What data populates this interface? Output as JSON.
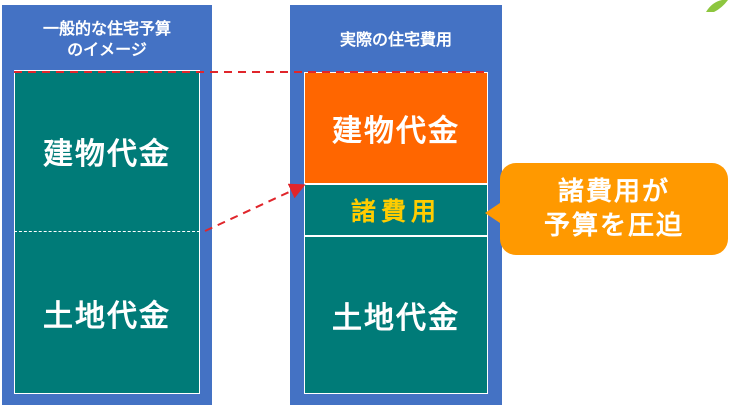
{
  "left_column": {
    "title_line1": "一般的な住宅予算",
    "title_line2": "のイメージ",
    "building": "建物代金",
    "land": "土地代金"
  },
  "right_column": {
    "title": "実際の住宅費用",
    "building": "建物代金",
    "misc": "諸費用",
    "land": "土地代金"
  },
  "callout": {
    "line1": "諸費用が",
    "line2": "予算を圧迫"
  },
  "colors": {
    "frame": "#4472c4",
    "teal": "#007b78",
    "orange": "#ff6600",
    "callout": "#ff9900",
    "misc_text": "#ffcc00",
    "connector": "#e0252b",
    "leaf": "#8dc63f"
  }
}
